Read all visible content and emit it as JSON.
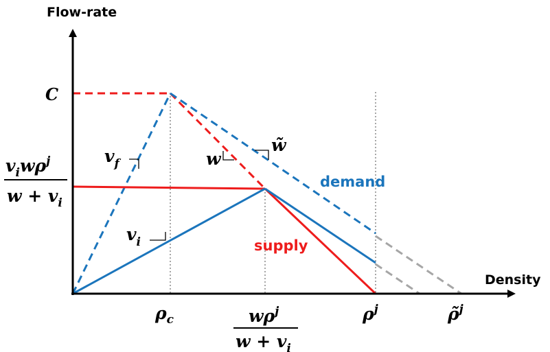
{
  "axes": {
    "y_title": "Flow-rate",
    "x_title": "Density"
  },
  "labels": {
    "capacity": "C",
    "vf_main": "v",
    "vf_sub": "f",
    "vi_main": "v",
    "vi_sub": "i",
    "w": "w",
    "w_tilde": "w̃",
    "demand": "demand",
    "supply": "supply",
    "y_frac_num_v": "v",
    "y_frac_num_i": "i",
    "y_frac_num_rest": "wρ",
    "y_frac_num_sup": "j",
    "y_frac_den": "w + v",
    "y_frac_den_sub": "i",
    "rho_c_main": "ρ",
    "rho_c_sub": "c",
    "x_frac_num": "wρ",
    "x_frac_num_sup": "j",
    "x_frac_den": "w + v",
    "x_frac_den_sub": "i",
    "rho_j_main": "ρ",
    "rho_j_sup": "j",
    "rho_tilde_j_main": "ρ̃",
    "rho_tilde_j_sup": "j"
  },
  "colors": {
    "red": "#ee1c1c",
    "blue": "#1b75bc",
    "gray": "#a6a6a6",
    "axis": "#000000"
  }
}
